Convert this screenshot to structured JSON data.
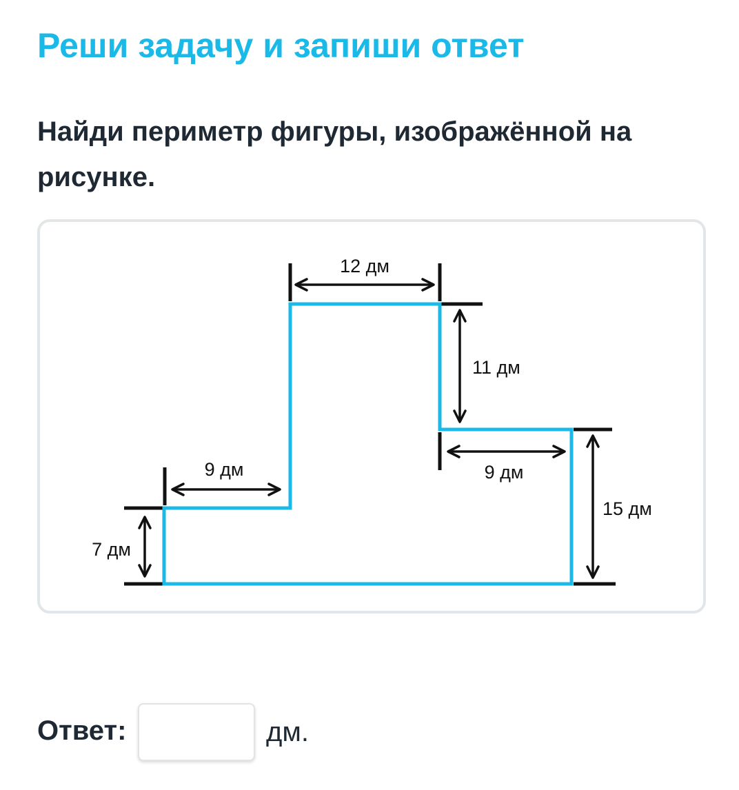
{
  "header": {
    "title": "Реши задачу и запиши ответ"
  },
  "task": {
    "text": "Найди периметр фигуры, изображённой на рисунке."
  },
  "figure": {
    "shape_color": "#1ab9e8",
    "line_color": "#111111",
    "dimensions": {
      "top": "12 дм",
      "right_upper": "11 дм",
      "right_step": "9 дм",
      "right_full": "15 дм",
      "left_step": "9 дм",
      "left_height": "7 дм"
    }
  },
  "answer": {
    "label": "Ответ:",
    "value": "",
    "unit": "дм."
  }
}
